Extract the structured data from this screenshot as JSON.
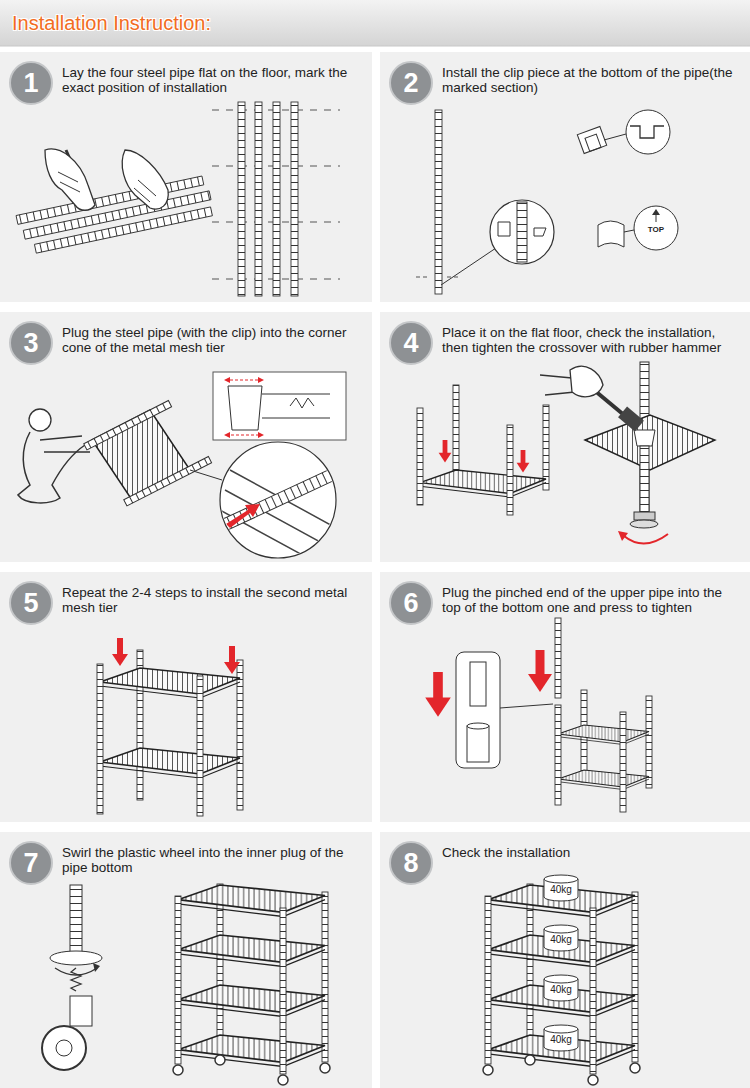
{
  "diagram": {
    "title": "Installation Instruction:",
    "nodes": [
      {
        "text": [
          "Lay the four steel pipe flat on the floor, mark the exact position of installation"
        ]
      },
      {
        "text": [
          "1"
        ],
        "in": 0
      },
      {
        "text": [
          "Install the clip piece at the bottom of the pipe(the marked section)"
        ]
      },
      {
        "text": [
          "2"
        ],
        "in": 2
      },
      {
        "text": [
          "Plug the steel pipe (with the clip) into the corner cone of the metal mesh tier"
        ]
      },
      {
        "text": [
          "3"
        ],
        "in": 4
      },
      {
        "text": [
          "Place it on the flat floor, check the installation, then tighten the crossover with rubber hammer"
        ]
      },
      {
        "text": [
          "4"
        ],
        "in": 6
      },
      {
        "text": [
          "Repeat the 2-4 steps to install the second metal mesh tier"
        ]
      },
      {
        "text": [
          "5"
        ],
        "in": 8
      },
      {
        "text": [
          "Plug the pinched end of the upper pipe into the top of the bottom one and press to tighten"
        ]
      },
      {
        "text": [
          "6"
        ],
        "in": 10
      },
      {
        "text": [
          "Swirl the plastic wheel into the inner plug of the pipe bottom"
        ]
      },
      {
        "text": [
          "7"
        ],
        "in": 12
      },
      {
        "text": [
          "Check the installation"
        ]
      },
      {
        "text": [
          "8"
        ],
        "in": 14
      }
    ],
    "labels": [
      "TOP",
      "40kg",
      "40kg",
      "40kg",
      "40kg"
    ]
  }
}
